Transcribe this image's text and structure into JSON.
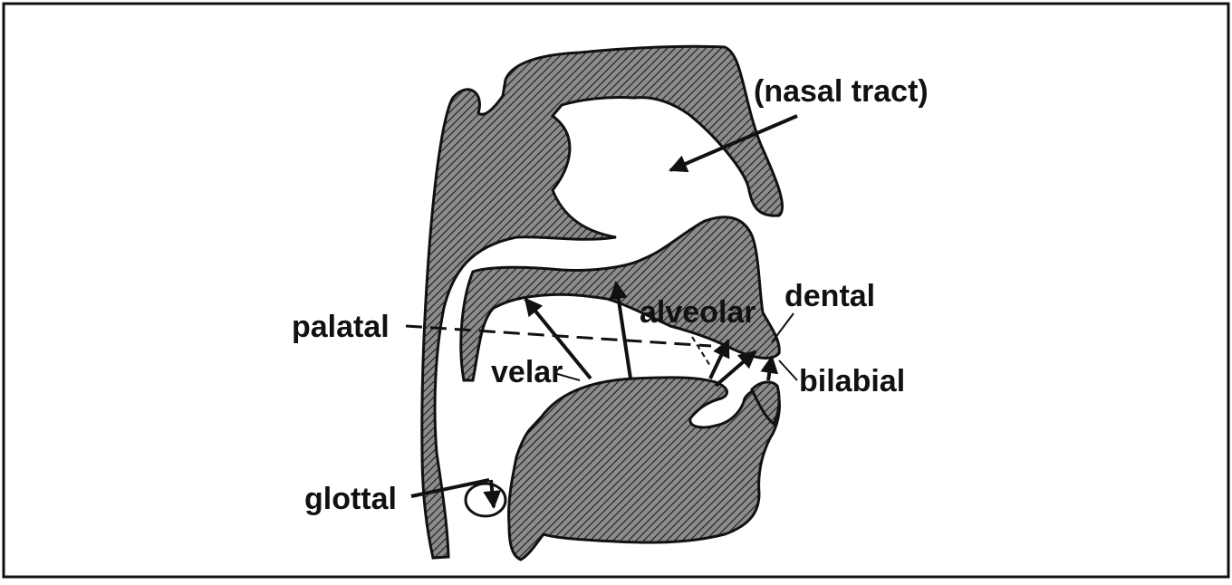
{
  "diagram": {
    "labels": {
      "nasal_tract": "(nasal tract)",
      "palatal": "palatal",
      "velar": "velar",
      "alveolar": "alveolar",
      "dental": "dental",
      "bilabial": "bilabial",
      "glottal": "glottal"
    }
  },
  "colors": {
    "outline": "#111111",
    "hatch_line": "#222222",
    "hatch_bg": "#8c8c8c",
    "background": "#ffffff"
  }
}
